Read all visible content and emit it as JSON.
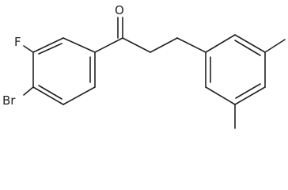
{
  "molecule": {
    "atoms": {
      "oxygen": "O",
      "fluorine": "F",
      "bromine": "Br"
    }
  }
}
